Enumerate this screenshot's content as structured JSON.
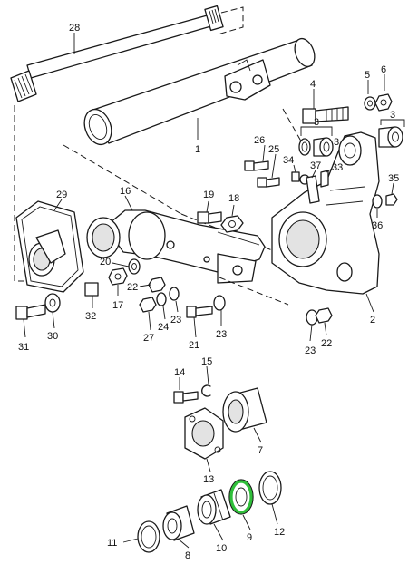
{
  "callouts": [
    {
      "text": "28"
    },
    {
      "text": "1"
    },
    {
      "text": "5"
    },
    {
      "text": "6"
    },
    {
      "text": "4"
    },
    {
      "text": "3"
    },
    {
      "text": "3"
    },
    {
      "text": "3"
    },
    {
      "text": "26"
    },
    {
      "text": "25"
    },
    {
      "text": "34"
    },
    {
      "text": "37"
    },
    {
      "text": "33"
    },
    {
      "text": "35"
    },
    {
      "text": "36"
    },
    {
      "text": "29"
    },
    {
      "text": "16"
    },
    {
      "text": "19"
    },
    {
      "text": "18"
    },
    {
      "text": "20"
    },
    {
      "text": "22"
    },
    {
      "text": "17"
    },
    {
      "text": "2"
    },
    {
      "text": "31"
    },
    {
      "text": "30"
    },
    {
      "text": "32"
    },
    {
      "text": "27"
    },
    {
      "text": "24"
    },
    {
      "text": "23"
    },
    {
      "text": "21"
    },
    {
      "text": "23"
    },
    {
      "text": "23"
    },
    {
      "text": "22"
    },
    {
      "text": "14"
    },
    {
      "text": "15"
    },
    {
      "text": "7"
    },
    {
      "text": "13"
    },
    {
      "text": "9"
    },
    {
      "text": "12"
    },
    {
      "text": "11"
    },
    {
      "text": "8"
    },
    {
      "text": "10"
    }
  ],
  "highlight": {
    "part": "9",
    "color": "#2fbf3a"
  }
}
